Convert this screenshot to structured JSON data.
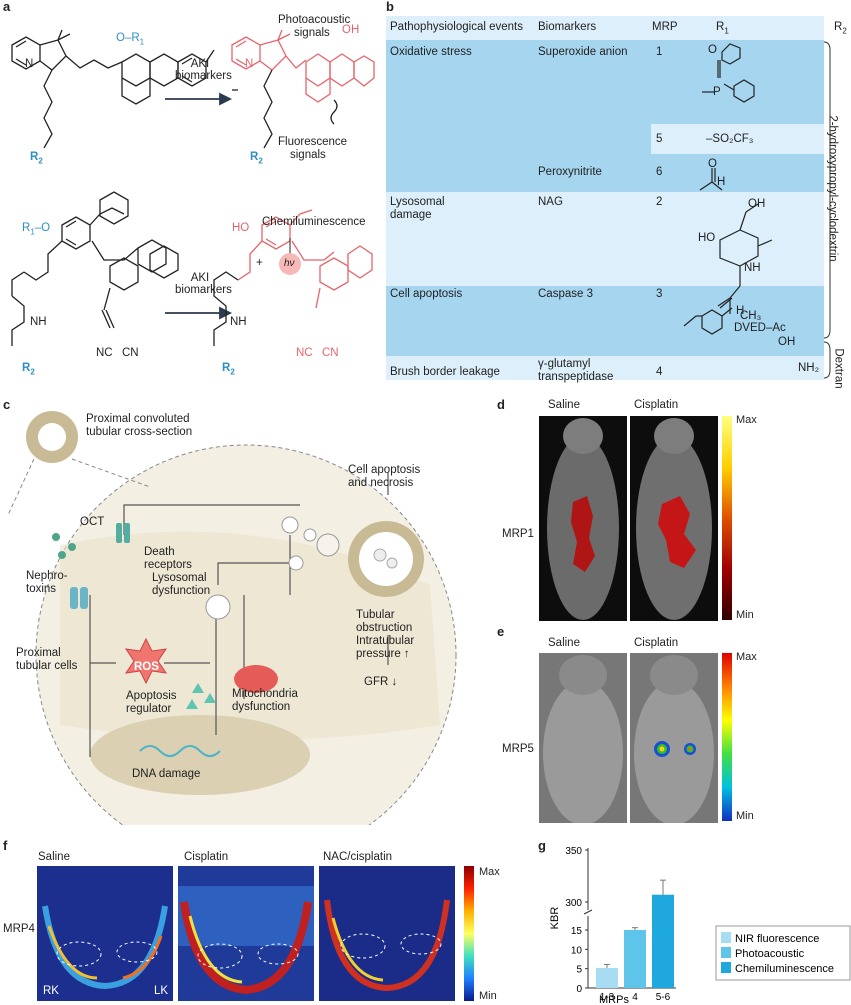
{
  "panel_labels": {
    "a": "a",
    "b": "b",
    "c": "c",
    "d": "d",
    "e": "e",
    "f": "f",
    "g": "g"
  },
  "panel_a": {
    "arrow_label_1": [
      "AKI",
      "biomarkers"
    ],
    "arrow_label_2": [
      "AKI",
      "biomarkers"
    ],
    "photoacoustic": [
      "Photoacoustic",
      "signals"
    ],
    "fluorescence": [
      "Fluorescence",
      "signals"
    ],
    "chemiluminescence": "Chemiluminescence",
    "hv": "hν",
    "plus": "+",
    "o_r1_top": "O–R",
    "o_r1_top_sub": "1",
    "r1_o_bottom": "R",
    "r1_o_bottom_sub": "1",
    "r1_o_bottom_tail": "–O",
    "r2": "R",
    "r2_sub": "2",
    "oh": "OH",
    "ho": "HO",
    "nplus": "N",
    "nh": "NH",
    "nc": "NC",
    "cn": "CN",
    "o": "O"
  },
  "table_b": {
    "headers": [
      "Pathophysiological events",
      "Biomarkers",
      "MRP",
      "R",
      "R"
    ],
    "header_subs": [
      "1",
      "2"
    ],
    "rows": [
      {
        "event": "Oxidative stress",
        "biomarker": "Superoxide anion",
        "mrp": "1",
        "r1": "diphenylphosphinate"
      },
      {
        "event": "",
        "biomarker": "",
        "mrp": "5",
        "r1": "–SO₂CF₃"
      },
      {
        "event": "",
        "biomarker": "Peroxynitrite",
        "mrp": "6",
        "r1": "formyl"
      },
      {
        "event": "Lysosomal damage",
        "biomarker": "NAG",
        "mrp": "2",
        "r1": "N-acetylglucosamine"
      },
      {
        "event": "Cell apoptosis",
        "biomarker": "Caspase 3",
        "mrp": "3",
        "r1": "DVED–Ac"
      },
      {
        "event": "Brush border leakage",
        "biomarker": "γ-glutamyl transpeptidase",
        "mrp": "4",
        "r1": "glutamyl"
      }
    ],
    "event_lines": {
      "lysosomal": [
        "Lysosomal",
        "damage"
      ],
      "ggt": [
        "γ-glutamyl",
        "transpeptidase"
      ]
    },
    "r2_groups": [
      "2-hydroxypropyl-cyclodextrin",
      "Dextran"
    ],
    "r1_text": {
      "so2cf3": "–SO₂CF₃",
      "dved": "DVED–Ac",
      "h": "H",
      "o": "O",
      "p": "P",
      "oh": "OH",
      "ho": "HO",
      "nh": "NH",
      "ch3": "CH₃",
      "nh2": "NH₂"
    }
  },
  "panel_c": {
    "proximal_cross": [
      "Proximal convoluted",
      "tubular cross-section"
    ],
    "oct": "OCT",
    "nephrotoxins": [
      "Nephro-",
      "toxins"
    ],
    "death_receptors": [
      "Death",
      "receptors"
    ],
    "cell_apoptosis": [
      "Cell apoptosis",
      "and necrosis"
    ],
    "lysosomal_dys": [
      "Lysosomal",
      "dysfunction"
    ],
    "ros": "ROS",
    "proximal_cells": [
      "Proximal",
      "tubular cells"
    ],
    "mito": [
      "Mitochondria",
      "dysfunction"
    ],
    "apoptosis_reg": [
      "Apoptosis",
      "regulator"
    ],
    "dna_damage": "DNA damage",
    "tubular": [
      "Tubular",
      "obstruction",
      "Intratubular",
      "pressure ↑"
    ],
    "gfr": "GFR ↓"
  },
  "panel_d": {
    "left": "Saline",
    "right": "Cisplatin",
    "row": "MRP1",
    "max": "Max",
    "min": "Min"
  },
  "panel_e": {
    "left": "Saline",
    "right": "Cisplatin",
    "row": "MRP5",
    "max": "Max",
    "min": "Min"
  },
  "panel_f": {
    "cols": [
      "Saline",
      "Cisplatin",
      "NAC/cisplatin"
    ],
    "row": "MRP4",
    "rk": "RK",
    "lk": "LK",
    "max": "Max",
    "min": "Min"
  },
  "colors": {
    "table_dark": "#a6d6ef",
    "table_light": "#dceffa",
    "red_product": "#e8636b",
    "blue_r": "#2f8fc4"
  },
  "chart_data": {
    "type": "bar",
    "categories": [
      "1-3",
      "4",
      "5-6"
    ],
    "values": [
      5.2,
      15,
      307
    ],
    "errors": [
      0.9,
      0.6,
      14
    ],
    "xlabel": "MRPs",
    "ylabel": "KBR",
    "yticks": [
      "0",
      "5",
      "10",
      "15",
      "300",
      "350"
    ],
    "axis_break": true,
    "series": [
      {
        "name": "NIR fluorescence",
        "color": "#a8dcf2"
      },
      {
        "name": "Photoacoustic",
        "color": "#5ec4ea"
      },
      {
        "name": "Chemiluminescence",
        "color": "#1fa8de"
      }
    ],
    "legend_position": "right"
  }
}
